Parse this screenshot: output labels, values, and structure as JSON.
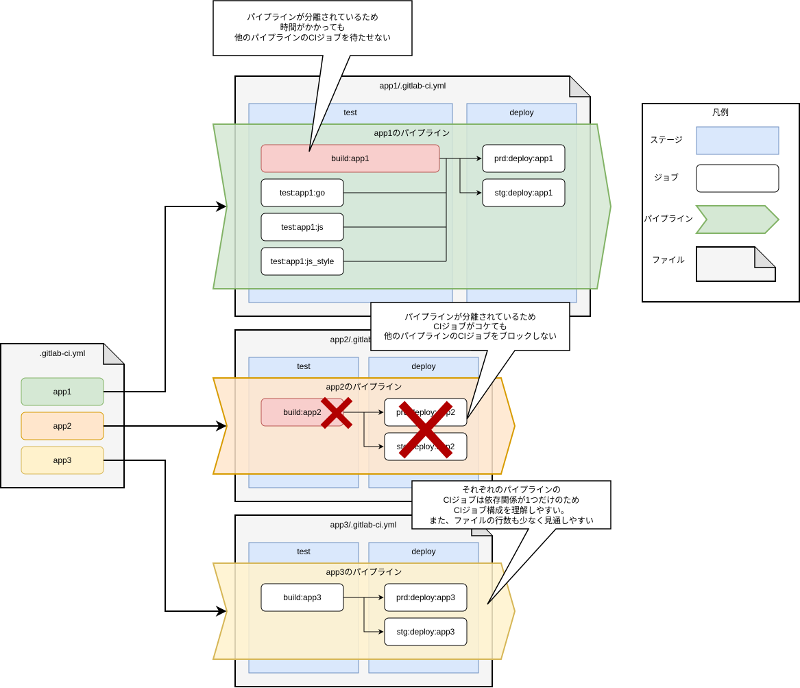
{
  "callouts": {
    "top": [
      "パイプラインが分離されているため",
      "時間がかかっても",
      "他のパイプラインのCIジョブを待たせない"
    ],
    "middle": [
      "パイプラインが分離されているため",
      "CIジョブがコケても",
      "他のパイプラインのCIジョブをブロックしない"
    ],
    "bottom": [
      "それぞれのパイプラインの",
      "CIジョブは依存関係が1つだけのため",
      "CIジョブ構成を理解しやすい。",
      "また、ファイルの行数も少なく見通しやすい"
    ]
  },
  "root_file": {
    "title": ".gitlab-ci.yml",
    "items": [
      "app1",
      "app2",
      "app3"
    ]
  },
  "app1": {
    "file_title": "app1/.gitlab-ci.yml",
    "stage_test": "test",
    "stage_deploy": "deploy",
    "pipeline_label": "app1のパイプライン",
    "build_job": "build:app1",
    "test_jobs": [
      "test:app1:go",
      "test:app1:js",
      "test:app1:js_style"
    ],
    "deploy_jobs": [
      "prd:deploy:app1",
      "stg:deploy:app1"
    ]
  },
  "app2": {
    "file_title": "app2/.gitlab-ci.yml",
    "stage_test": "test",
    "stage_deploy": "deploy",
    "pipeline_label": "app2のパイプライン",
    "build_job": "build:app2",
    "deploy_jobs": [
      "prd:deploy:app2",
      "stg:deploy:app2"
    ]
  },
  "app3": {
    "file_title": "app3/.gitlab-ci.yml",
    "stage_test": "test",
    "stage_deploy": "deploy",
    "pipeline_label": "app3のパイプライン",
    "build_job": "build:app3",
    "deploy_jobs": [
      "prd:deploy:app3",
      "stg:deploy:app3"
    ]
  },
  "legend": {
    "title": "凡例",
    "stage": "ステージ",
    "job": "ジョブ",
    "pipeline": "パイプライン",
    "file": "ファイル"
  },
  "colors": {
    "stage_fill": "#dae8fc",
    "stage_stroke": "#6c8ebf",
    "app1_fill": "#d5e8d4",
    "app1_stroke": "#82b366",
    "app2_fill": "#ffe6cc",
    "app2_stroke": "#d79b00",
    "app3_fill": "#fff2cc",
    "app3_stroke": "#d6b656",
    "failed_fill": "#f8cecc",
    "failed_stroke": "#b85450",
    "file_fill": "#f5f5f5",
    "cross": "#b20000"
  }
}
